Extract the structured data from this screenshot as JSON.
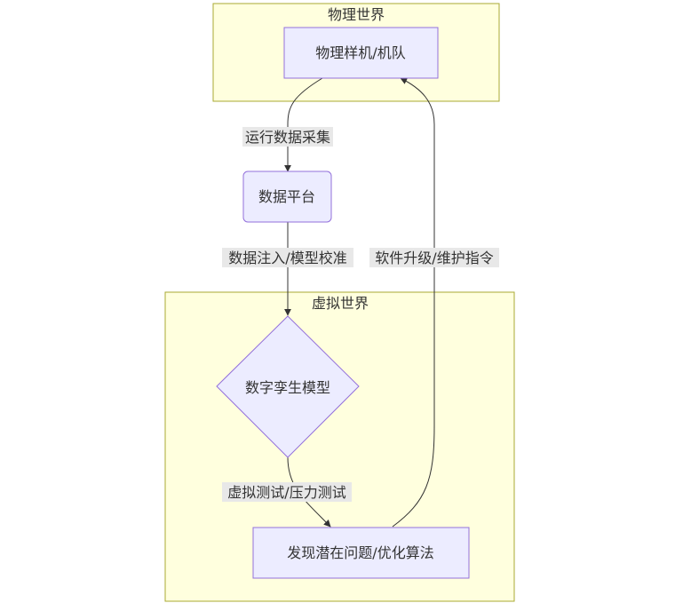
{
  "diagram": {
    "type": "flowchart",
    "colors": {
      "cluster_fill": "#ffffde",
      "cluster_stroke": "#aaaa33",
      "node_fill": "#ececff",
      "node_stroke": "#9370db",
      "edge": "#333333",
      "edge_label_bg": "#e8e8e8",
      "text": "#333333"
    },
    "clusters": [
      {
        "id": "physical",
        "label": "物理世界"
      },
      {
        "id": "virtual",
        "label": "虚拟世界"
      }
    ],
    "nodes": [
      {
        "id": "prototype",
        "label": "物理样机/机队",
        "shape": "rect",
        "cluster": "physical"
      },
      {
        "id": "platform",
        "label": "数据平台",
        "shape": "rounded-rect"
      },
      {
        "id": "twin",
        "label": "数字孪生模型",
        "shape": "diamond",
        "cluster": "virtual"
      },
      {
        "id": "findings",
        "label": "发现潜在问题/优化算法",
        "shape": "rect",
        "cluster": "virtual"
      }
    ],
    "edges": [
      {
        "from": "prototype",
        "to": "platform",
        "label": "运行数据采集"
      },
      {
        "from": "platform",
        "to": "twin",
        "label": "数据注入/模型校准"
      },
      {
        "from": "twin",
        "to": "findings",
        "label": "虚拟测试/压力测试"
      },
      {
        "from": "findings",
        "to": "prototype",
        "label": "软件升级/维护指令"
      }
    ]
  }
}
